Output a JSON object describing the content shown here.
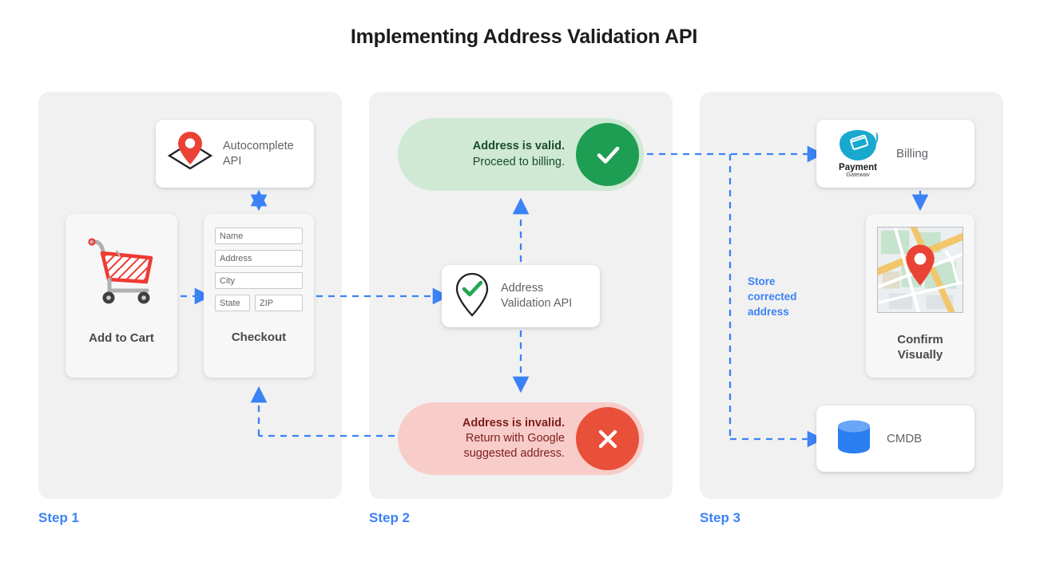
{
  "title": "Implementing Address Validation API",
  "accent": {
    "blue": "#3b82f6",
    "green": "#1e9e52",
    "red": "#e8503a",
    "panel": "#f1f1f1"
  },
  "steps": [
    {
      "label": "Step 1"
    },
    {
      "label": "Step 2"
    },
    {
      "label": "Step 3"
    }
  ],
  "step1": {
    "autocomplete": {
      "line1": "Autocomplete",
      "line2": "API",
      "icon": "map-pin-diamond-icon"
    },
    "add_to_cart": {
      "label": "Add to Cart",
      "icon": "shopping-cart-icon"
    },
    "checkout": {
      "label": "Checkout",
      "fields": [
        "Name",
        "Address",
        "City"
      ],
      "field_state": "State",
      "field_zip": "ZIP"
    }
  },
  "step2": {
    "validation_card": {
      "line1": "Address",
      "line2": "Validation API",
      "icon": "pin-check-icon"
    },
    "valid": {
      "strong": "Address is valid.",
      "line2": "Proceed to billing.",
      "badge_icon": "check-icon",
      "badge_color": "#1e9e52",
      "pill_color": "#cfe9d4"
    },
    "invalid": {
      "strong": "Address is invalid.",
      "line2": "Return with Google",
      "line3": "suggested address.",
      "badge_icon": "close-icon",
      "badge_color": "#e8503a",
      "pill_color": "#f8ccc9"
    }
  },
  "step3": {
    "billing": {
      "label": "Billing",
      "logo_line1": "Payment",
      "logo_line2": "Gateway",
      "icon": "payment-gateway-icon"
    },
    "confirm": {
      "line1": "Confirm",
      "line2": "Visually",
      "icon": "map-thumbnail-icon"
    },
    "cmdb": {
      "label": "CMDB",
      "icon": "database-icon"
    },
    "store_note": "Store corrected address"
  }
}
